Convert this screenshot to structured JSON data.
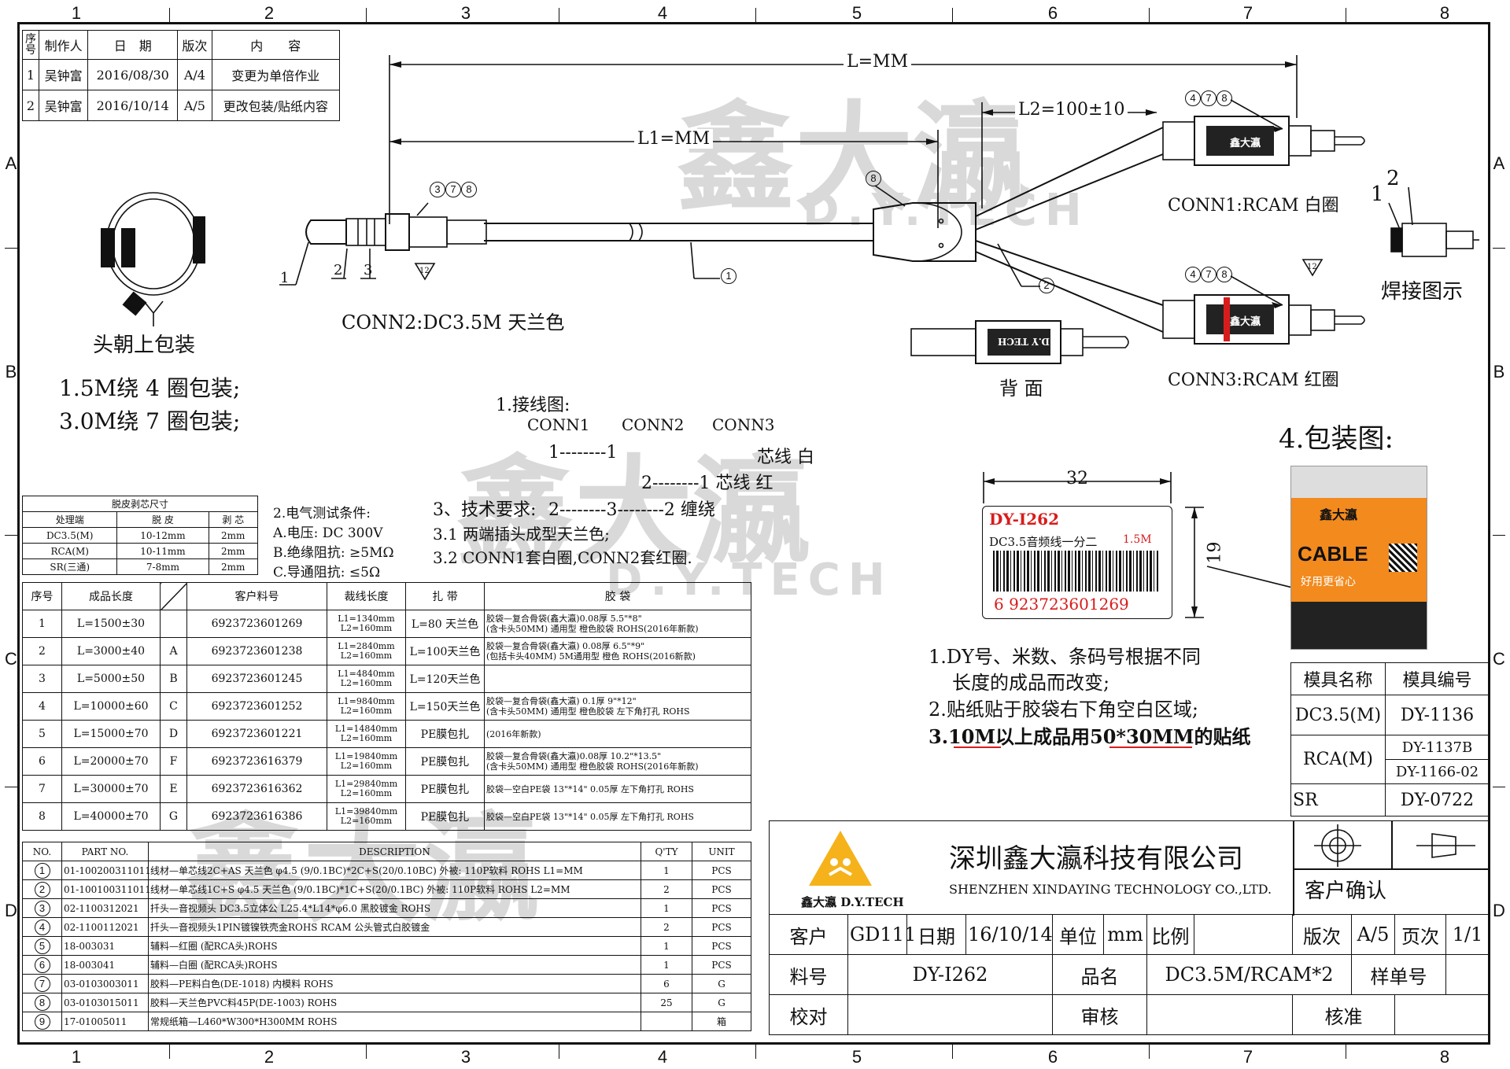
{
  "zones": {
    "cols": [
      "1",
      "2",
      "3",
      "4",
      "5",
      "6",
      "7",
      "8"
    ],
    "rows": [
      "A",
      "B",
      "C",
      "D"
    ]
  },
  "watermark": {
    "logo": "鑫大瀛",
    "tech": "D.Y.TECH"
  },
  "revision": {
    "headers": [
      "序号",
      "制作人",
      "日　期",
      "版次",
      "内　　容"
    ],
    "rows": [
      [
        "1",
        "吴钟富",
        "2016/08/30",
        "A/4",
        "变更为单倍作业"
      ],
      [
        "2",
        "吴钟富",
        "2016/10/14",
        "A/5",
        "更改包装/贴纸内容"
      ]
    ]
  },
  "drawing": {
    "L": "L=MM",
    "L1": "L1=MM",
    "L2": "L2=100±10",
    "callout_378": [
      "3",
      "7",
      "8"
    ],
    "callout_478_top": [
      "4",
      "7",
      "8"
    ],
    "callout_478_bot": [
      "4",
      "7",
      "8"
    ],
    "callout_8": "8",
    "callout_1": "1",
    "callout_2": "2",
    "pin_labels": [
      "1",
      "2",
      "3"
    ],
    "tri_12": "12",
    "tri_12_right": "12",
    "conn2": "CONN2:DC3.5M 天兰色",
    "conn1": "CONN1:RCAM 白圈",
    "conn3": "CONN3:RCAM 红圈",
    "back": "背 面",
    "weld_title": "焊接图示",
    "weld_1": "1",
    "weld_2": "2",
    "plug_brand": "鑫大瀛",
    "plug_back": "D.Y TECH"
  },
  "pack": {
    "head_up": "头朝上包装",
    "line1": "1.5M绕 4 圈包装;",
    "line2": "3.0M绕 7 圈包装;"
  },
  "wiring": {
    "title": "1.接线图:",
    "heads": [
      "CONN1",
      "CONN2",
      "CONN3"
    ],
    "r1": "1--------1",
    "r1_note": "芯线 白",
    "r2": "2--------1 芯线 红",
    "r3_pre": "3、技术要求: ",
    "r3": "2--------3--------2 缠绕"
  },
  "electrical": {
    "title": "2.电气测试条件:",
    "a": "A.电压: DC 300V",
    "b": "B.绝缘阻抗: ≥5MΩ",
    "c": "C.导通阻抗: ≤5Ω"
  },
  "tech_req": {
    "r1": "3.1 两端插头成型天兰色;",
    "r2": "3.2 CONN1套白圈,CONN2套红圈."
  },
  "strip": {
    "title": "脱皮剥芯尺寸",
    "headers": [
      "处理端",
      "脱 皮",
      "剥 芯"
    ],
    "rows": [
      [
        "DC3.5(M)",
        "10-12mm",
        "2mm"
      ],
      [
        "RCA(M)",
        "10-11mm",
        "2mm"
      ],
      [
        "SR(三通)",
        "7-8mm",
        "2mm"
      ]
    ]
  },
  "products": {
    "headers": [
      "序号",
      "成品长度",
      "",
      "客户料号",
      "裁线长度",
      "扎 带",
      "胶 袋"
    ],
    "rows": [
      {
        "no": "1",
        "len": "L=1500±30",
        "code": "",
        "pn": "6923723601269",
        "cut1": "L1=1340mm",
        "cut2": "L2=160mm",
        "tie": "L=80 天兰色",
        "bag1": "胶袋—复合骨袋(鑫大瀛)0.08厚 5.5\"*8\"",
        "bag2": "(含卡头50MM) 通用型 橙色胶袋 ROHS(2016年新款)"
      },
      {
        "no": "2",
        "len": "L=3000±40",
        "code": "A",
        "pn": "6923723601238",
        "cut1": "L1=2840mm",
        "cut2": "L2=160mm",
        "tie": "L=100天兰色",
        "bag1": "胶袋—复合骨袋(鑫大瀛) 0.08厚 6.5\"*9\"",
        "bag2": "(包括卡头40MM) 5M通用型 橙色 ROHS(2016新款)"
      },
      {
        "no": "3",
        "len": "L=5000±50",
        "code": "B",
        "pn": "6923723601245",
        "cut1": "L1=4840mm",
        "cut2": "L2=160mm",
        "tie": "L=120天兰色",
        "bag1": "",
        "bag2": ""
      },
      {
        "no": "4",
        "len": "L=10000±60",
        "code": "C",
        "pn": "6923723601252",
        "cut1": "L1=9840mm",
        "cut2": "L2=160mm",
        "tie": "L=150天兰色",
        "bag1": "胶袋—复合骨袋(鑫大瀛) 0.1厚 9\"*12\"",
        "bag2": "(含卡头50MM) 通用型 橙色胶袋 左下角打孔 ROHS"
      },
      {
        "no": "5",
        "len": "L=15000±70",
        "code": "D",
        "pn": "6923723601221",
        "cut1": "L1=14840mm",
        "cut2": "L2=160mm",
        "tie": "PE膜包扎",
        "bag1": "(2016年新款)",
        "bag2": ""
      },
      {
        "no": "6",
        "len": "L=20000±70",
        "code": "F",
        "pn": "6923723616379",
        "cut1": "L1=19840mm",
        "cut2": "L2=160mm",
        "tie": "PE膜包扎",
        "bag1": "胶袋—复合骨袋(鑫大瀛)0.08厚 10.2\"*13.5\"",
        "bag2": "(含卡头50MM) 通用型 橙色胶袋 ROHS(2016年新款)"
      },
      {
        "no": "7",
        "len": "L=30000±70",
        "code": "E",
        "pn": "6923723616362",
        "cut1": "L1=29840mm",
        "cut2": "L2=160mm",
        "tie": "PE膜包扎",
        "bag1": "胶袋—空白PE袋 13\"*14\" 0.05厚 左下角打孔 ROHS",
        "bag2": ""
      },
      {
        "no": "8",
        "len": "L=40000±70",
        "code": "G",
        "pn": "6923723616386",
        "cut1": "L1=39840mm",
        "cut2": "L2=160mm",
        "tie": "PE膜包扎",
        "bag1": "胶袋—空白PE袋 13\"*14\" 0.05厚 左下角打孔 ROHS",
        "bag2": ""
      }
    ]
  },
  "bom": {
    "headers": [
      "NO.",
      "PART NO.",
      "DESCRIPTION",
      "Q'TY",
      "UNIT"
    ],
    "rows": [
      [
        "1",
        "01-100200311011",
        "线材—单芯线2C+AS 天兰色 φ4.5 (9/0.1BC)*2C+S(20/0.10BC) 外被: 110P软料 ROHS L1=MM",
        "1",
        "PCS"
      ],
      [
        "2",
        "01-100100311011",
        "线材—单芯线1C+S φ4.5 天兰色 (9/0.1BC)*1C+S(20/0.1BC) 外被: 110P软料 ROHS L2=MM",
        "2",
        "PCS"
      ],
      [
        "3",
        "02-1100312021",
        "扦头—音视频头 DC3.5立体公 L25.4*L14*φ6.0 黑胶镀金 ROHS",
        "1",
        "PCS"
      ],
      [
        "4",
        "02-1100112021",
        "扦头—音视频头1PIN镀镍铁壳金ROHS RCAM 公头管式白胶镀金",
        "2",
        "PCS"
      ],
      [
        "5",
        "18-003031",
        "辅料—红圈 (配RCA头)ROHS",
        "1",
        "PCS"
      ],
      [
        "6",
        "18-003041",
        "辅料—白圈 (配RCA头)ROHS",
        "1",
        "PCS"
      ],
      [
        "7",
        "03-0103003011",
        "胶料—PE料白色(DE-1018) 内模料 ROHS",
        "6",
        "G"
      ],
      [
        "8",
        "03-0103015011",
        "胶料—天兰色PVC料45P(DE-1003) ROHS",
        "25",
        "G"
      ],
      [
        "9",
        "17-01005011",
        "常规纸箱—L460*W300*H300MM ROHS",
        "",
        "箱"
      ]
    ]
  },
  "package": {
    "title": "4.包装图:",
    "card_brand": "鑫大瀛",
    "card_cable": "CABLE",
    "card_slogan": "好用更省心",
    "dim_w": "32",
    "dim_h": "19",
    "label_model": "DY-I262",
    "label_desc": "DC3.5音频线一分二",
    "label_len": "1.5M",
    "label_code": "6 923723601269",
    "n1a": "1.DY号、米数、条码号根据不同",
    "n1b": "长度的成品而改变;",
    "n2": "2.贴纸贴于胶袋右下角空白区域;",
    "n3": "3.10M以上成品用50*30MM的贴纸"
  },
  "mold": {
    "headers": [
      "模具名称",
      "模具编号"
    ],
    "rows": [
      [
        "DC3.5(M)",
        "DY-1136"
      ],
      [
        "RCA(M)",
        "DY-1137B"
      ],
      [
        "",
        "DY-1166-02"
      ],
      [
        "SR",
        "DY-0722"
      ]
    ]
  },
  "title_block": {
    "company_cn": "深圳鑫大瀛科技有限公司",
    "company_en": "SHENZHEN XINDAYING TECHNOLOGY CO.,LTD.",
    "logo_text": "鑫大瀛 D.Y.TECH",
    "customer_confirm": "客户确认",
    "customer_lbl": "客户",
    "customer_val": "GD111",
    "date_lbl": "日期",
    "date_val": "16/10/14",
    "unit_lbl": "单位",
    "unit_val": "mm",
    "scale_lbl": "比例",
    "scale_val": "",
    "ver_lbl": "版次",
    "ver_val": "A/5",
    "page_lbl": "页次",
    "page_val": "1/1",
    "part_lbl": "料号",
    "part_val": "DY-I262",
    "name_lbl": "品名",
    "name_val": "DC3.5M/RCAM*2",
    "sample_lbl": "样单号",
    "sample_val": "",
    "check_lbl": "校对",
    "check_val": "",
    "review_lbl": "审核",
    "review_val": "",
    "approve_lbl": "核准",
    "approve_val": "",
    "accent": "#f5b21a"
  }
}
